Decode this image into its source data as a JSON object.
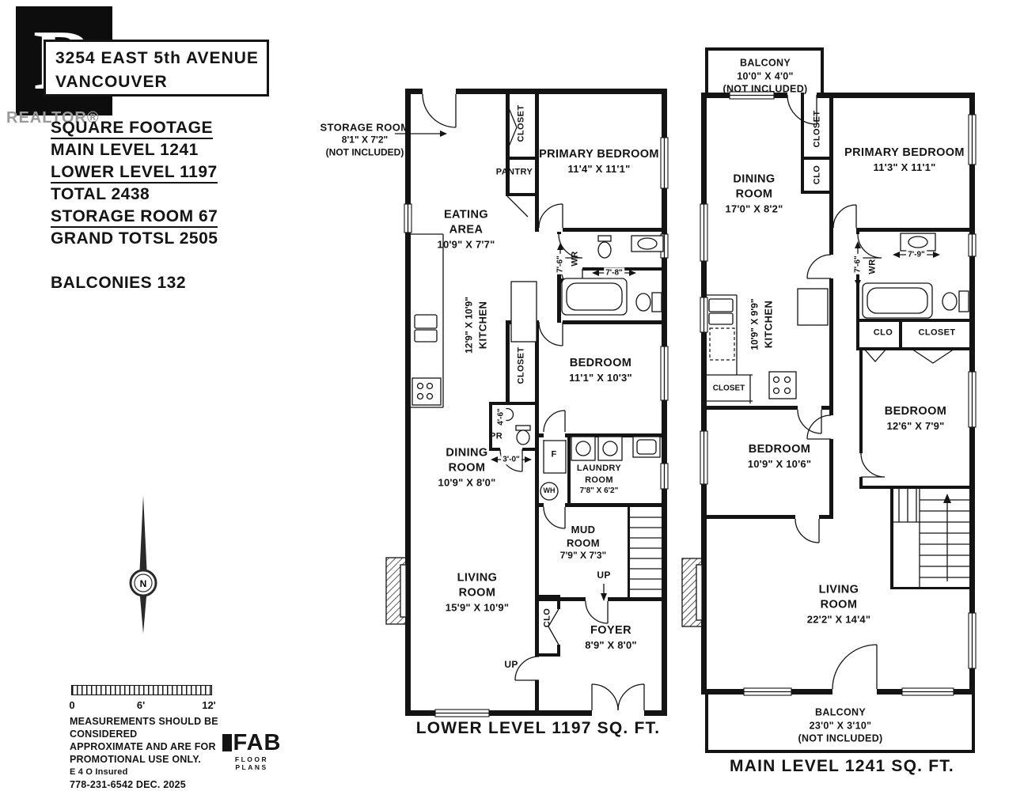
{
  "branding": {
    "logo_letter": "R",
    "wordmark": "REALTOR®",
    "fab": "FAB",
    "fab_sub": "FLOOR PLANS"
  },
  "header": {
    "address_line1": "3254 EAST 5th AVENUE",
    "address_line2": "VANCOUVER"
  },
  "summary": {
    "title": "SQUARE FOOTAGE",
    "lines": [
      "MAIN LEVEL 1241",
      "LOWER LEVEL 1197",
      "TOTAL 2438",
      "STORAGE ROOM 67",
      "GRAND TOTSL 2505"
    ],
    "balconies": "BALCONIES 132"
  },
  "compass": {
    "north": "N"
  },
  "scale": {
    "zero": "0",
    "six": "6'",
    "twelve": "12'"
  },
  "disclaimer": {
    "line1": "MEASUREMENTS SHOULD BE CONSIDERED",
    "line2": "APPROXIMATE AND ARE FOR",
    "line3": "PROMOTIONAL USE ONLY.",
    "line4": "E 4 O Insured",
    "line5": "778-231-6542  DEC. 2025"
  },
  "lower_level": {
    "caption": "LOWER LEVEL 1197 SQ. FT.",
    "rooms": {
      "storage": [
        "STORAGE ROOM",
        "8'1\" X 7'2\"",
        "(NOT INCLUDED)"
      ],
      "closet_top": [
        "CLOSET"
      ],
      "pantry": [
        "PANTRY"
      ],
      "primary_bedroom": [
        "PRIMARY BEDROOM",
        "11'4\" X 11'1\""
      ],
      "eating_area": [
        "EATING",
        "AREA",
        "10'9\" X 7'7\""
      ],
      "kitchen": [
        "KITCHEN",
        "12'9\" X 10'9\""
      ],
      "wr": [
        "WR"
      ],
      "bedroom": [
        "BEDROOM",
        "11'1\" X 10'3\""
      ],
      "closet_mid": [
        "CLOSET"
      ],
      "pr": [
        "PR"
      ],
      "dining_room": [
        "DINING",
        "ROOM",
        "10'9\" X 8'0\""
      ],
      "furnace": [
        "F"
      ],
      "laundry": [
        "LAUNDRY",
        "ROOM",
        "7'8\" X 6'2\""
      ],
      "water_heater": [
        "WH"
      ],
      "mud_room": [
        "MUD",
        "ROOM",
        "7'9\" X 7'3\""
      ],
      "up_stairs": [
        "UP"
      ],
      "living_room": [
        "LIVING",
        "ROOM",
        "15'9\" X 10'9\""
      ],
      "clo": [
        "CLO"
      ],
      "foyer": [
        "FOYER",
        "8'9\" X 8'0\""
      ],
      "up_entry": [
        "UP"
      ]
    },
    "dims": {
      "hall": "7'-6\"",
      "bath": "7'-8\"",
      "pr_width": "3'-0\"",
      "pr_depth": "4'-6\""
    }
  },
  "main_level": {
    "caption": "MAIN LEVEL 1241 SQ. FT.",
    "rooms": {
      "balcony_top": [
        "BALCONY",
        "10'0\" X 4'0\"",
        "(NOT INCLUDED)"
      ],
      "closet_top": [
        "CLOSET"
      ],
      "clo_top": [
        "CLO"
      ],
      "primary_bedroom": [
        "PRIMARY BEDROOM",
        "11'3\" X 11'1\""
      ],
      "dining_room": [
        "DINING",
        "ROOM",
        "17'0\" X 8'2\""
      ],
      "wr": [
        "WR"
      ],
      "kitchen": [
        "KITCHEN",
        "10'9\" X 9'9\""
      ],
      "clo_mid": [
        "CLO"
      ],
      "closet_mid": [
        "CLOSET"
      ],
      "closet_kitchen": [
        "CLOSET"
      ],
      "bedroom_right": [
        "BEDROOM",
        "12'6\" X 7'9\""
      ],
      "bedroom_left": [
        "BEDROOM",
        "10'9\" X 10'6\""
      ],
      "living_room": [
        "LIVING",
        "ROOM",
        "22'2\" X 14'4\""
      ],
      "balcony_bottom": [
        "BALCONY",
        "23'0\" X 3'10\"",
        "(NOT INCLUDED)"
      ]
    },
    "dims": {
      "hall": "7'-6\"",
      "bath": "7'-9\""
    }
  }
}
